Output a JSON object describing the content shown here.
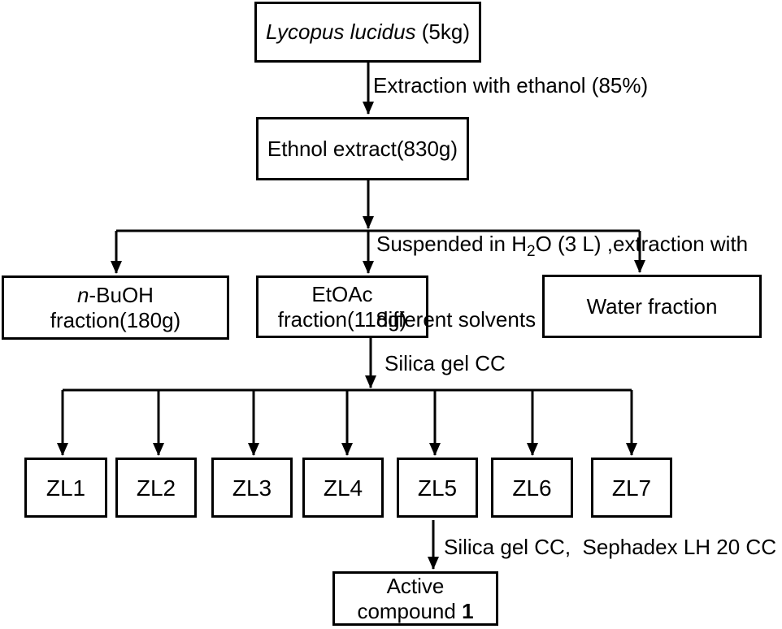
{
  "nodes": {
    "source": {
      "species_italic": "Lycopus lucidus",
      "suffix": " (5kg)"
    },
    "ethanol_extract": {
      "label": "Ethnol extract(830g)"
    },
    "nbuoh_fraction": {
      "prefix_italic": "n",
      "line1_rest": "-BuOH",
      "line2": "fraction(180g)"
    },
    "etoac_fraction": {
      "label": "EtOAc fraction(118g)"
    },
    "water_fraction": {
      "label": "Water fraction"
    },
    "zl_fractions": [
      "ZL1",
      "ZL2",
      "ZL3",
      "ZL4",
      "ZL5",
      "ZL6",
      "ZL7"
    ],
    "active_compound": {
      "line1": "Active",
      "line2_prefix": "compound ",
      "line2_bold": "1"
    }
  },
  "edge_labels": {
    "extraction": "Extraction with ethanol (85%)",
    "suspend_pre": "Suspended in H",
    "suspend_sub": "2",
    "suspend_post": "O (3 L) ,extraction with",
    "suspend_line2": "different solvents",
    "silica_cc": "Silica gel CC",
    "silica_sephadex": "Silica gel CC,  Sephadex LH 20 CC"
  },
  "colors": {
    "line": "#000000",
    "text": "#000000",
    "background": "#ffffff"
  }
}
